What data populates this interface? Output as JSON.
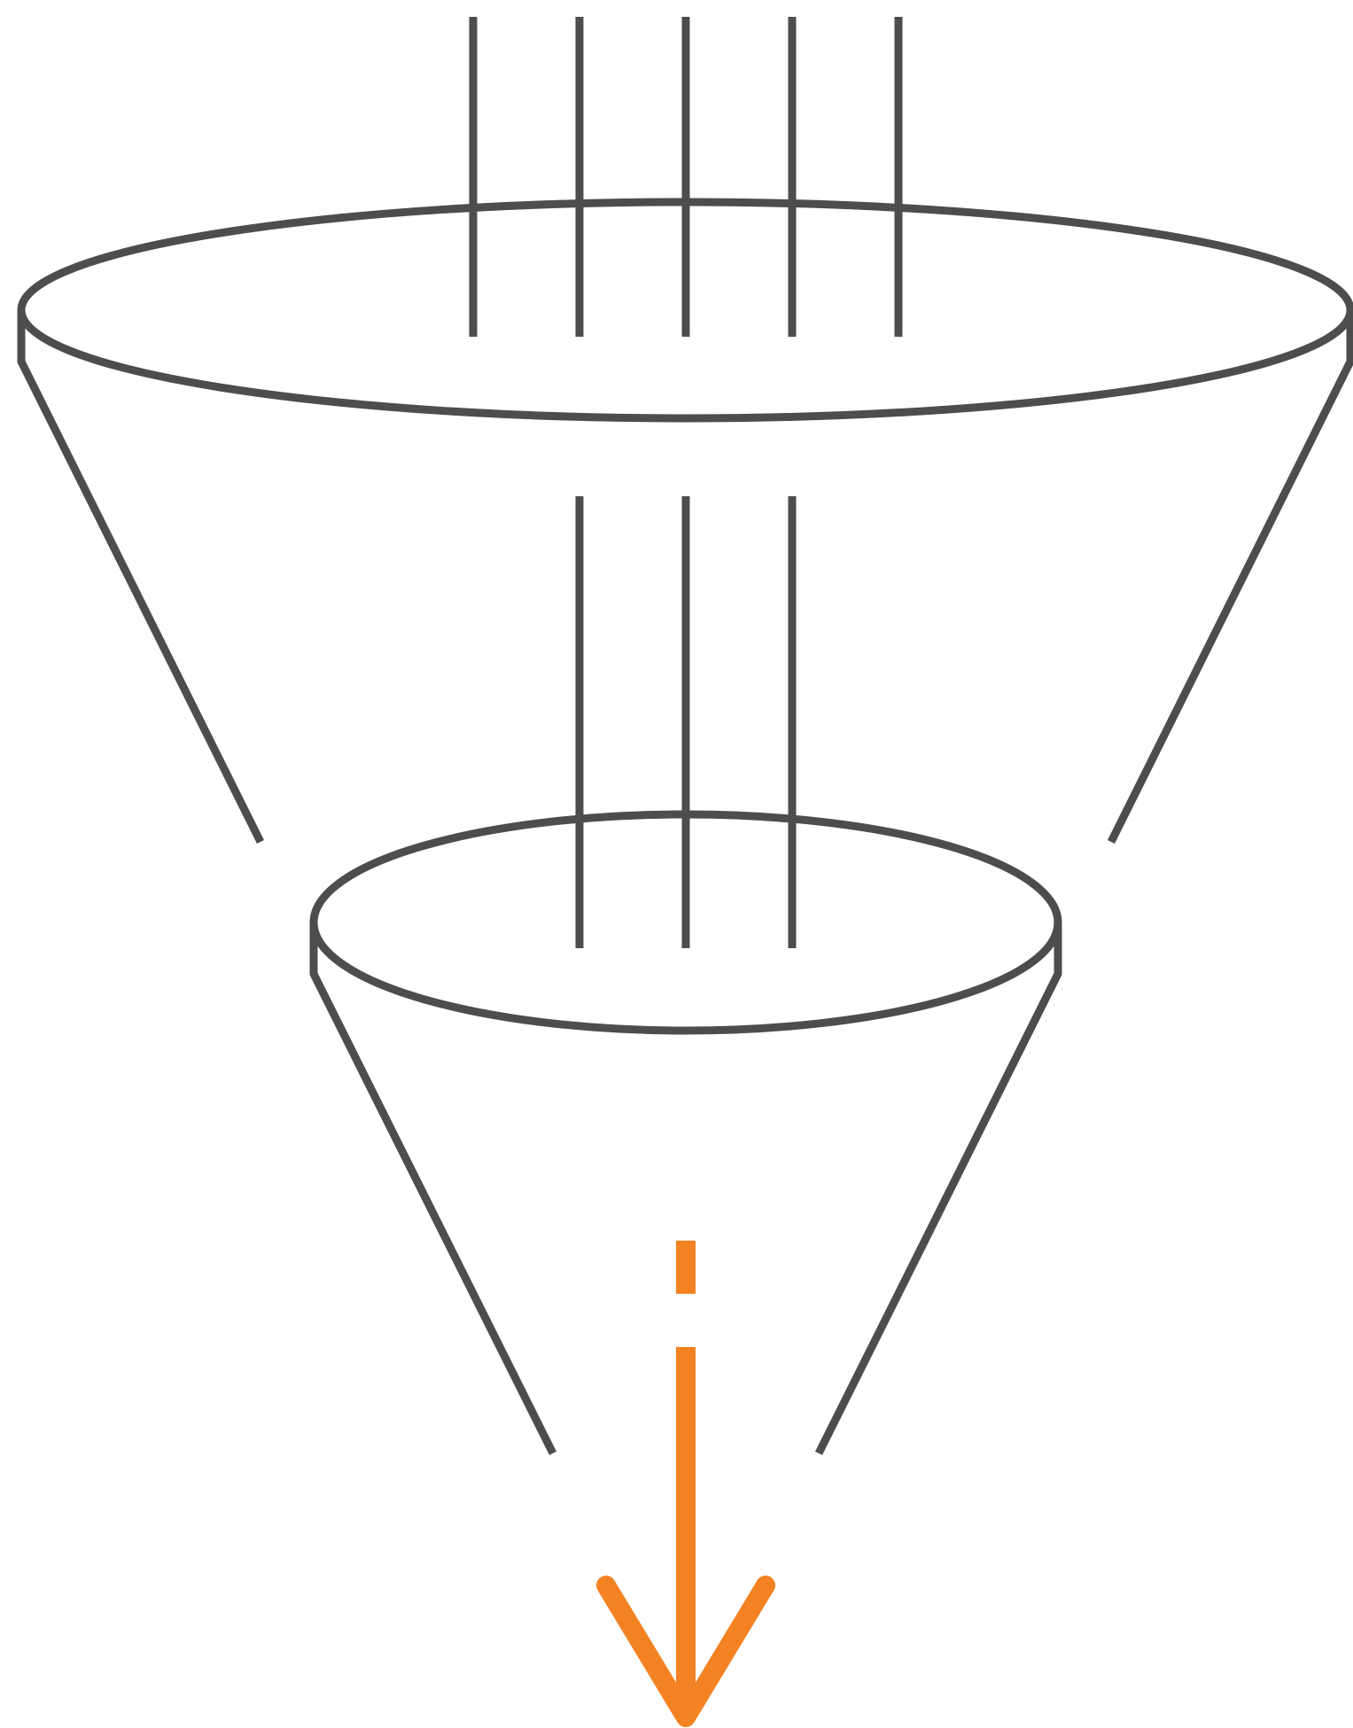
{
  "diagram": {
    "kind": "funnel-filter-icon",
    "stages": [
      {
        "name": "upper-funnel",
        "input_lines": 5
      },
      {
        "name": "lower-funnel",
        "input_lines": 3
      }
    ],
    "output": {
      "direction": "down",
      "dashed_lead": true
    }
  },
  "colors": {
    "line": "#4d4d4d",
    "accent": "#f28222",
    "background": "#ffffff"
  }
}
